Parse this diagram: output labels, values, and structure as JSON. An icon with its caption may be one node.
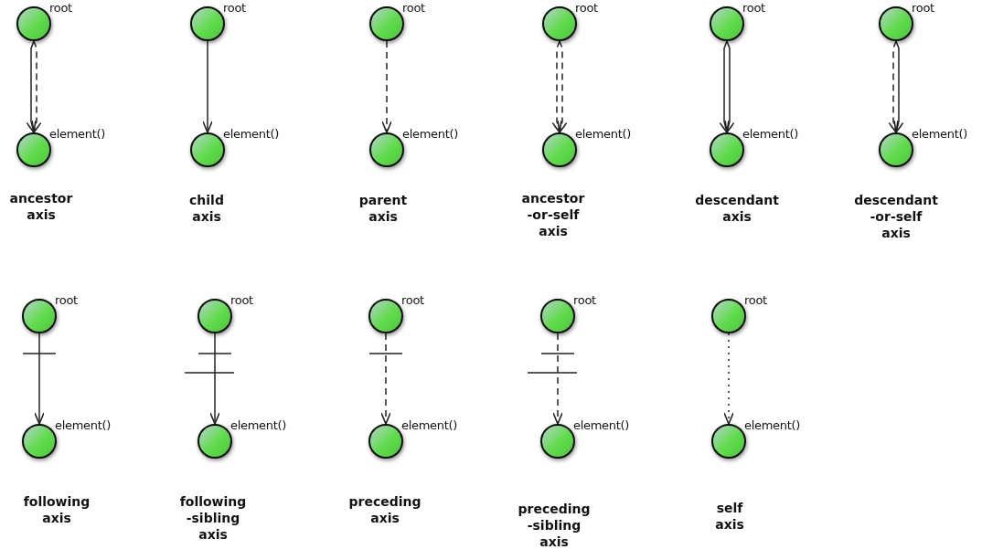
{
  "diagram": {
    "nodes": [
      {
        "text": [
          "root"
        ]
      },
      {
        "text": [
          "element()"
        ]
      },
      {
        "text": [
          "root"
        ]
      },
      {
        "text": [
          "element()"
        ]
      },
      {
        "text": [
          "root"
        ]
      },
      {
        "text": [
          "element()"
        ]
      },
      {
        "text": [
          "root"
        ]
      },
      {
        "text": [
          "element()"
        ]
      },
      {
        "text": [
          "root"
        ]
      },
      {
        "text": [
          "element()"
        ]
      },
      {
        "text": [
          "root"
        ]
      },
      {
        "text": [
          "element()"
        ]
      },
      {
        "text": [
          "root"
        ]
      },
      {
        "text": [
          "element()"
        ]
      },
      {
        "text": [
          "root"
        ]
      },
      {
        "text": [
          "element()"
        ]
      },
      {
        "text": [
          "root"
        ]
      },
      {
        "text": [
          "element()"
        ]
      },
      {
        "text": [
          "root"
        ]
      },
      {
        "text": [
          "element()"
        ]
      },
      {
        "text": [
          "root"
        ]
      },
      {
        "text": [
          "element()"
        ]
      }
    ],
    "edges": [
      {
        "from": 0,
        "to": 1,
        "arrow": "to"
      },
      {
        "from": 0,
        "to": 1,
        "arrow": "to",
        "style": "dashed"
      },
      {
        "from": 2,
        "to": 3,
        "arrow": "to"
      },
      {
        "from": 4,
        "to": 5,
        "arrow": "to",
        "style": "dashed"
      },
      {
        "from": 6,
        "to": 7,
        "arrow": "to",
        "style": "dashed"
      },
      {
        "from": 6,
        "to": 7,
        "arrow": "to",
        "style": "dashed"
      },
      {
        "from": 8,
        "to": 9,
        "arrow": "to"
      },
      {
        "from": 8,
        "to": 9,
        "arrow": "to"
      },
      {
        "from": 10,
        "to": 11,
        "arrow": "to",
        "style": "dashed"
      },
      {
        "from": 10,
        "to": 11,
        "arrow": "to"
      },
      {
        "from": 12,
        "to": 13,
        "arrow": "to"
      },
      {
        "from": 14,
        "to": 15,
        "arrow": "to"
      },
      {
        "from": 16,
        "to": 17,
        "arrow": "to",
        "style": "dashed"
      },
      {
        "from": 18,
        "to": 19,
        "arrow": "to",
        "style": "dashed"
      },
      {
        "from": 20,
        "to": 21,
        "arrow": "to",
        "style": "dashed"
      }
    ],
    "labels": [
      "ancestor axis",
      "child axis",
      "parent axis",
      "ancestor -or-self axis",
      "descendant axis",
      "descendant -or-self axis",
      "following axis",
      "following -sibling axis",
      "preceding axis",
      "preceding -sibling axis",
      "self axis"
    ]
  }
}
